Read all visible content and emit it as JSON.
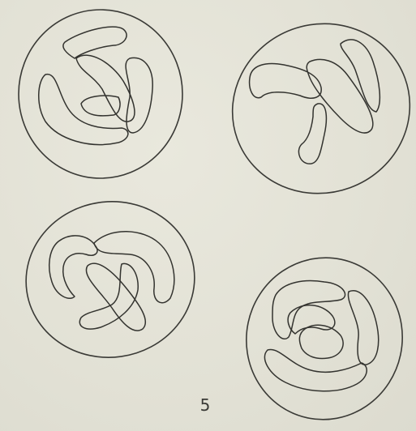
{
  "figure": {
    "number": "5",
    "cells": [
      {
        "label": "",
        "chromosome_count": 4
      },
      {
        "label": "",
        "chromosome_count": 3
      },
      {
        "label": "",
        "chromosome_count": 4
      },
      {
        "label": "",
        "chromosome_count": 5
      }
    ]
  },
  "colors": {
    "paper": "#e3e2d6",
    "ink": "#33332f"
  }
}
